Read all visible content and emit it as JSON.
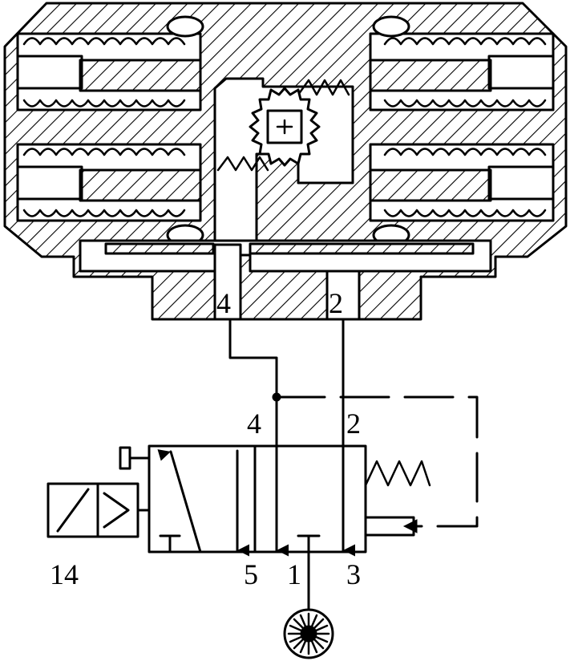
{
  "ports": {
    "actuator_a": "4",
    "actuator_b": "2",
    "valve_a": "4",
    "valve_b": "2",
    "solenoid": "14",
    "exhaust_a": "5",
    "supply": "1",
    "exhaust_b": "3"
  },
  "colors": {
    "line": "#000000",
    "background": "#ffffff"
  },
  "icons": {
    "pinion": "gear-icon",
    "supply": "pressure-source-icon",
    "solenoid": "solenoid-icon",
    "return_spring": "spring-icon"
  }
}
